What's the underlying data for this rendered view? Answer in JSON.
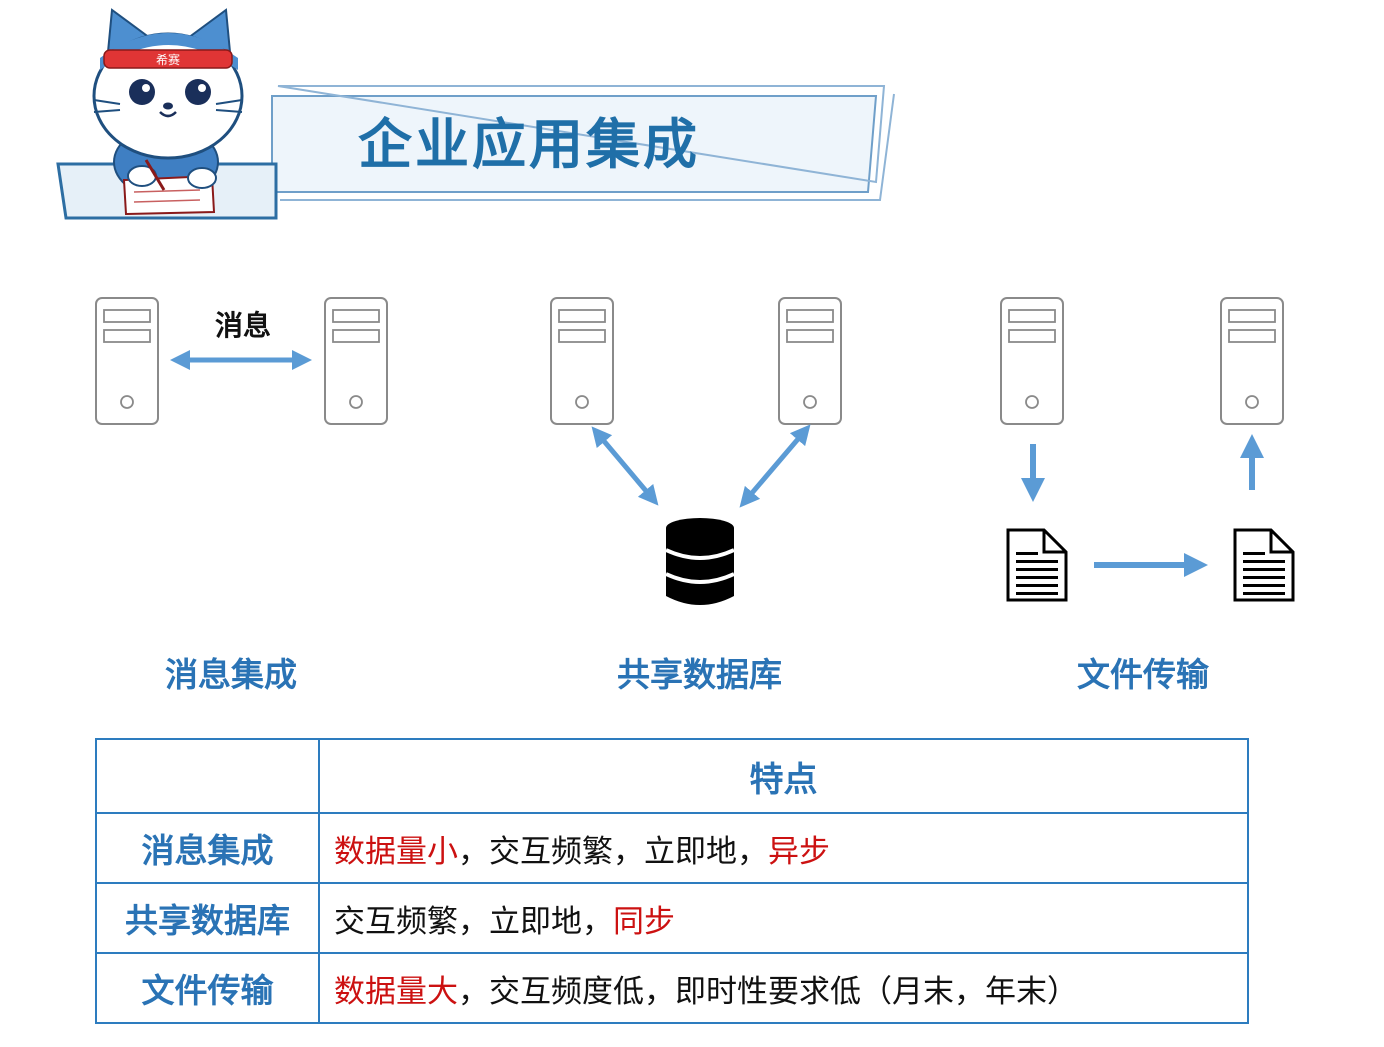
{
  "title": "企业应用集成",
  "mascot": {
    "headband_text": "希赛"
  },
  "icons": {
    "server": "server-icon",
    "database": "database-icon",
    "document": "document-icon",
    "arrow": "arrow-icon"
  },
  "diagram": {
    "message_label": "消息",
    "captions": [
      "消息集成",
      "共享数据库",
      "文件传输"
    ]
  },
  "table": {
    "header": "特点",
    "rows": [
      {
        "name": "消息集成",
        "parts": [
          {
            "text": "数据量小",
            "hl": true
          },
          {
            "text": "，交互频繁，立即地，",
            "hl": false
          },
          {
            "text": "异步",
            "hl": true
          }
        ]
      },
      {
        "name": "共享数据库",
        "parts": [
          {
            "text": "交互频繁，立即地，",
            "hl": false
          },
          {
            "text": "同步",
            "hl": true
          }
        ]
      },
      {
        "name": "文件传输",
        "parts": [
          {
            "text": "数据量大",
            "hl": true
          },
          {
            "text": "，交互频度低，即时性要求低（月末，年末）",
            "hl": false
          }
        ]
      }
    ]
  },
  "colors": {
    "accent": "#2a73b5",
    "arrow": "#5b9bd5",
    "highlight": "#cc1111",
    "border": "#2d7cbf"
  }
}
